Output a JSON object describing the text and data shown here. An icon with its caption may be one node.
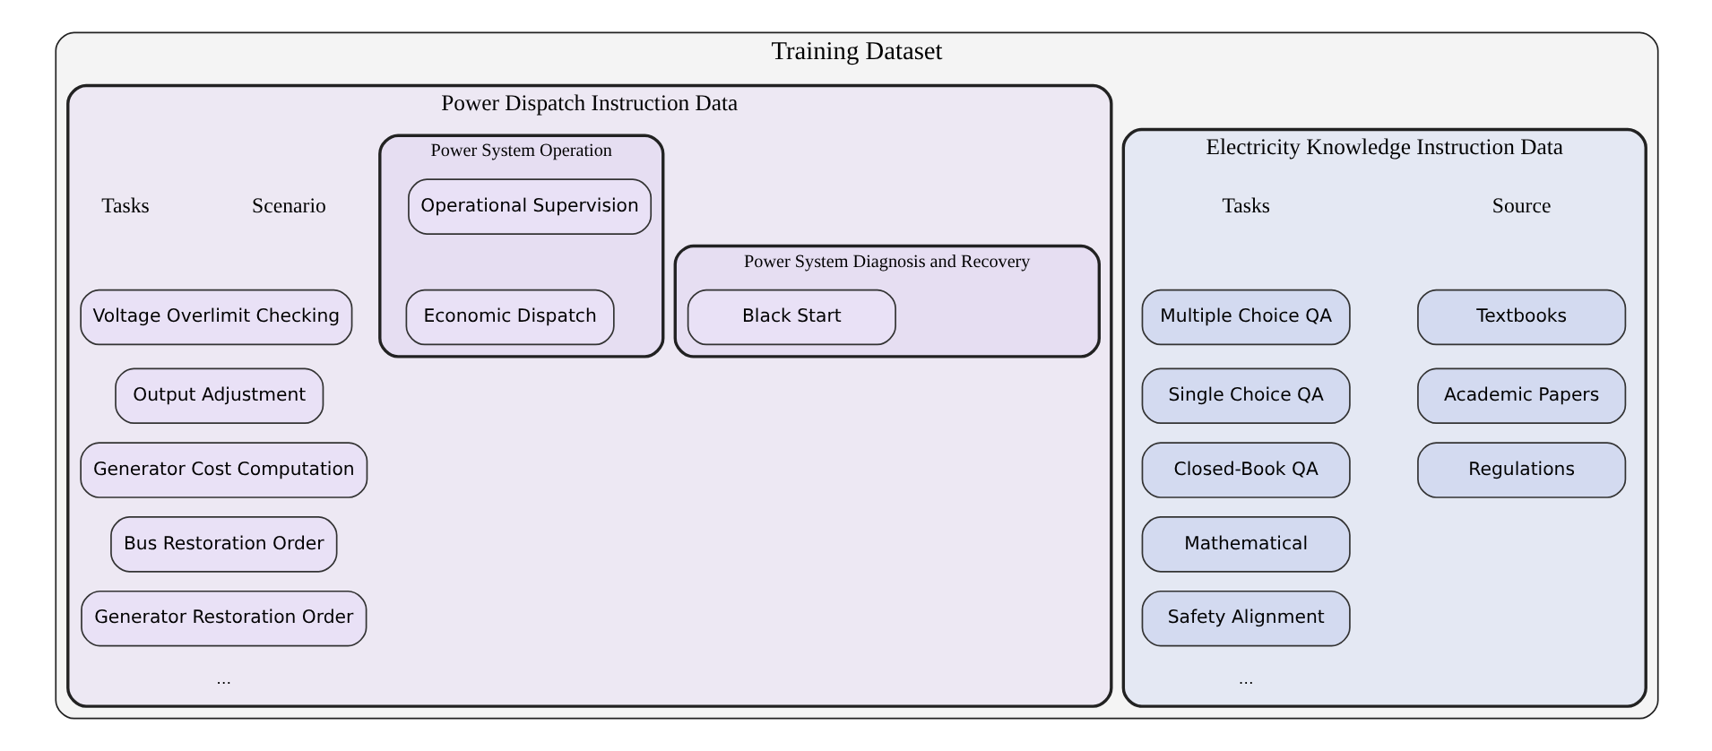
{
  "diagram": {
    "nodes": [
      {
        "text": [
          "Training Dataset"
        ]
      },
      {
        "text": [
          "Electricity Knowledge Instruction Data"
        ],
        "in": 0
      },
      {
        "text": [
          "Textbooks"
        ],
        "in": 1
      },
      {
        "text": [
          "Academic Papers"
        ],
        "in": 1
      },
      {
        "text": [
          "Regulations"
        ],
        "in": 1
      },
      {
        "text": [
          "Multiple Choice QA"
        ],
        "in": 1
      },
      {
        "text": [
          "Single Choice QA"
        ],
        "in": 1
      },
      {
        "text": [
          "Closed-Book QA"
        ],
        "in": 1
      },
      {
        "text": [
          "Mathematical"
        ],
        "in": 1
      },
      {
        "text": [
          "Safety Alignment"
        ],
        "in": 1
      },
      {
        "text": [
          "Power Dispatch Instruction Data"
        ],
        "in": 0
      },
      {
        "text": [
          "Power System Operation"
        ],
        "in": 10
      },
      {
        "text": [
          "Economic Dispatch"
        ],
        "in": 11
      },
      {
        "text": [
          "Operational Supervision"
        ],
        "in": 11
      },
      {
        "text": [
          "Power System Diagnosis and Recovery"
        ],
        "in": 10
      },
      {
        "text": [
          "Black Start"
        ],
        "in": 14
      },
      {
        "text": [
          "Voltage Overlimit Checking"
        ],
        "in": 10
      },
      {
        "text": [
          "Output Adjustment"
        ],
        "in": 10
      },
      {
        "text": [
          "Generator Cost Computation"
        ],
        "in": 10
      },
      {
        "text": [
          "Bus Restoration Order"
        ],
        "in": 10
      },
      {
        "text": [
          "Generator Restoration Order"
        ],
        "in": 10
      }
    ],
    "edges": [],
    "labels": [
      "Source",
      "Tasks",
      "…",
      "Scenario",
      "Tasks",
      "…"
    ]
  }
}
